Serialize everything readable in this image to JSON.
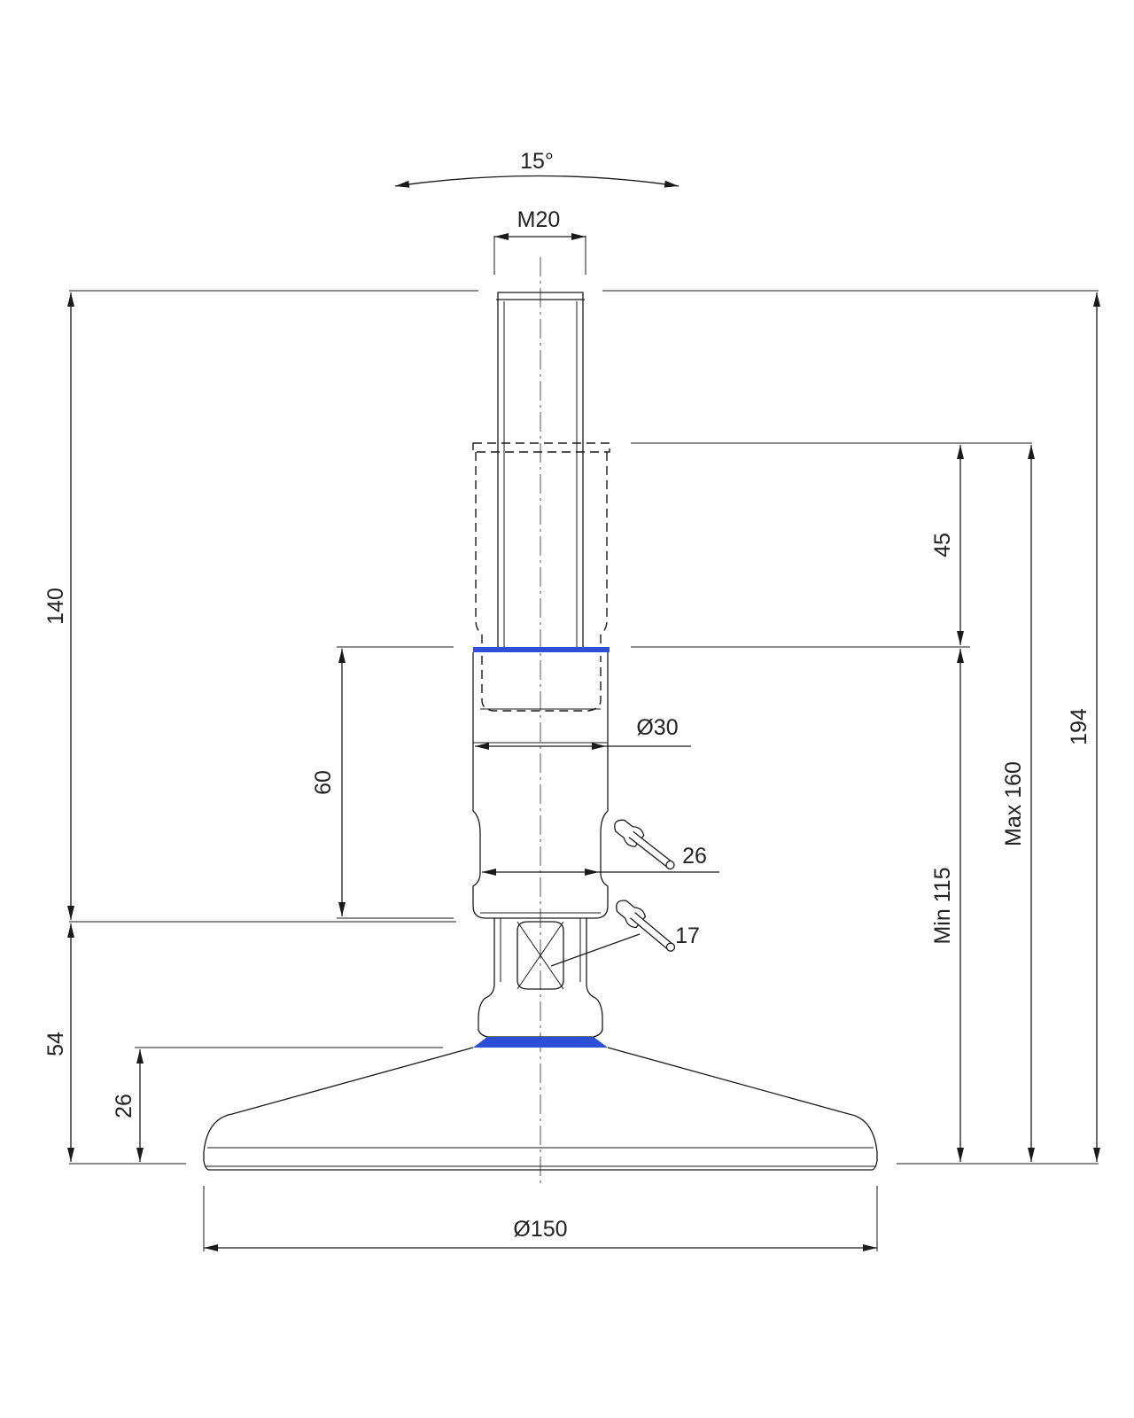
{
  "colors": {
    "line": "#1a1a1a",
    "accent_seal": "#2c4fd6",
    "background": "#ffffff"
  },
  "icons": [
    "wrench-icon",
    "wrench-icon"
  ],
  "labels": {
    "angle": "15°",
    "thread": "M20",
    "total_height": "194",
    "stem_height": "140",
    "adjust_travel": "45",
    "housing_height": "60",
    "housing_diameter": "Ø30",
    "wrench_large": "26",
    "wrench_small": "17",
    "min_height": "Min 115",
    "max_height": "Max 160",
    "base_height": "54",
    "foot_height": "26",
    "base_diameter": "Ø150"
  }
}
